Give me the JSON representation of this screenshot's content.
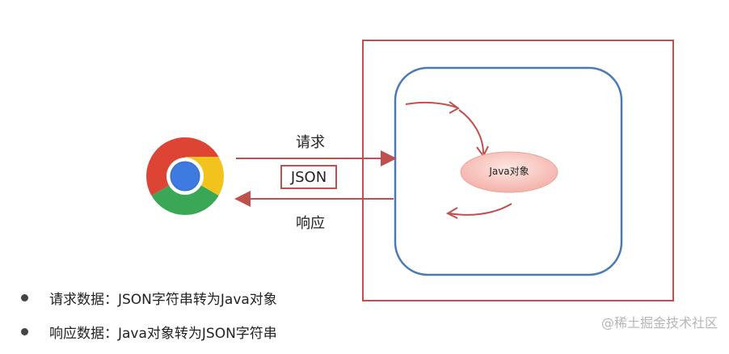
{
  "diagram": {
    "browser_icon": "chrome-browser-icon",
    "request_label": "请求",
    "response_label": "响应",
    "json_label": "JSON",
    "java_object_label": "Java对象",
    "colors": {
      "outer_frame": "#c0504d",
      "inner_box": "#4a7ab5",
      "arrow": "#c0504d",
      "ellipse_fill": "#f7c6c0"
    }
  },
  "notes": [
    {
      "label": "请求数据：JSON字符串转为Java对象"
    },
    {
      "label": "响应数据：Java对象转为JSON字符串"
    }
  ],
  "watermark": "@稀土掘金技术社区"
}
